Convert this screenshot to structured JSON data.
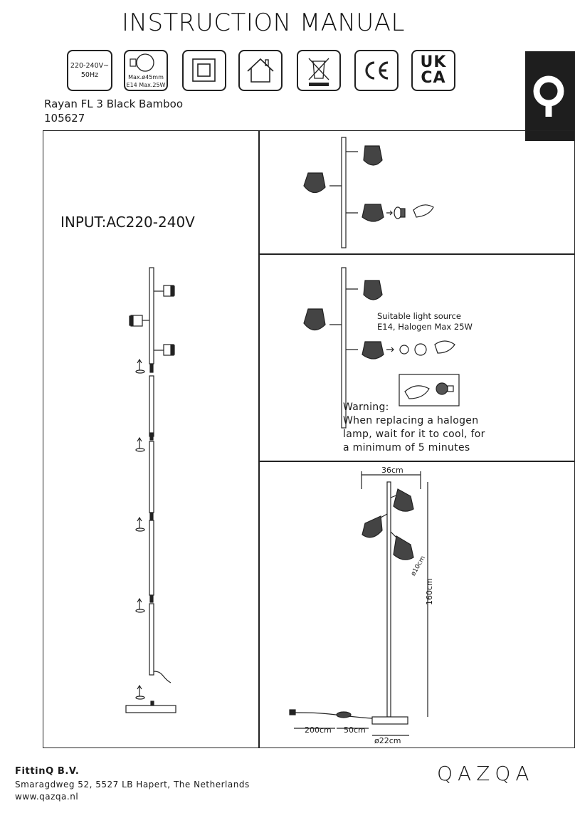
{
  "header": {
    "title": "INSTRUCTION MANUAL"
  },
  "icons": {
    "voltage_line1": "220-240V~",
    "voltage_line2": "50Hz",
    "bulb_line1": "Max.ø45mm",
    "bulb_line2": "E14 Max.25W",
    "ukca_line1": "UK",
    "ukca_line2": "CA",
    "ce": "CE",
    "list": [
      "voltage-icon",
      "bulb-spec-icon",
      "class-ii-icon",
      "indoor-use-icon",
      "weee-bin-icon",
      "ce-mark-icon",
      "ukca-mark-icon"
    ]
  },
  "product": {
    "name": "Rayan FL 3 Black Bamboo",
    "code": "105627"
  },
  "assembly": {
    "input_label": "INPUT:AC220-240V"
  },
  "bulb_panel": {
    "light_source_line1": "Suitable light source",
    "light_source_line2": "E14, Halogen Max 25W",
    "warning_title": "Warning:",
    "warning_line1": "When replacing a halogen",
    "warning_line2": "lamp, wait for it to cool, for",
    "warning_line3": "a minimum of 5 minutes"
  },
  "dimensions": {
    "width": "36cm",
    "height": "160cm",
    "shade_diameter": "ø10cm",
    "cable_length": "200cm",
    "switch_distance": "50cm",
    "base_diameter": "ø22cm"
  },
  "footer": {
    "company": "FittinQ B.V.",
    "address": "Smaragdweg 52, 5527 LB Hapert, The Netherlands",
    "website": "www.qazqa.nl",
    "logo": "QAZQA"
  },
  "colors": {
    "ink": "#1a1a1a",
    "brand_tab": "#1e1e1e",
    "background": "#ffffff"
  }
}
